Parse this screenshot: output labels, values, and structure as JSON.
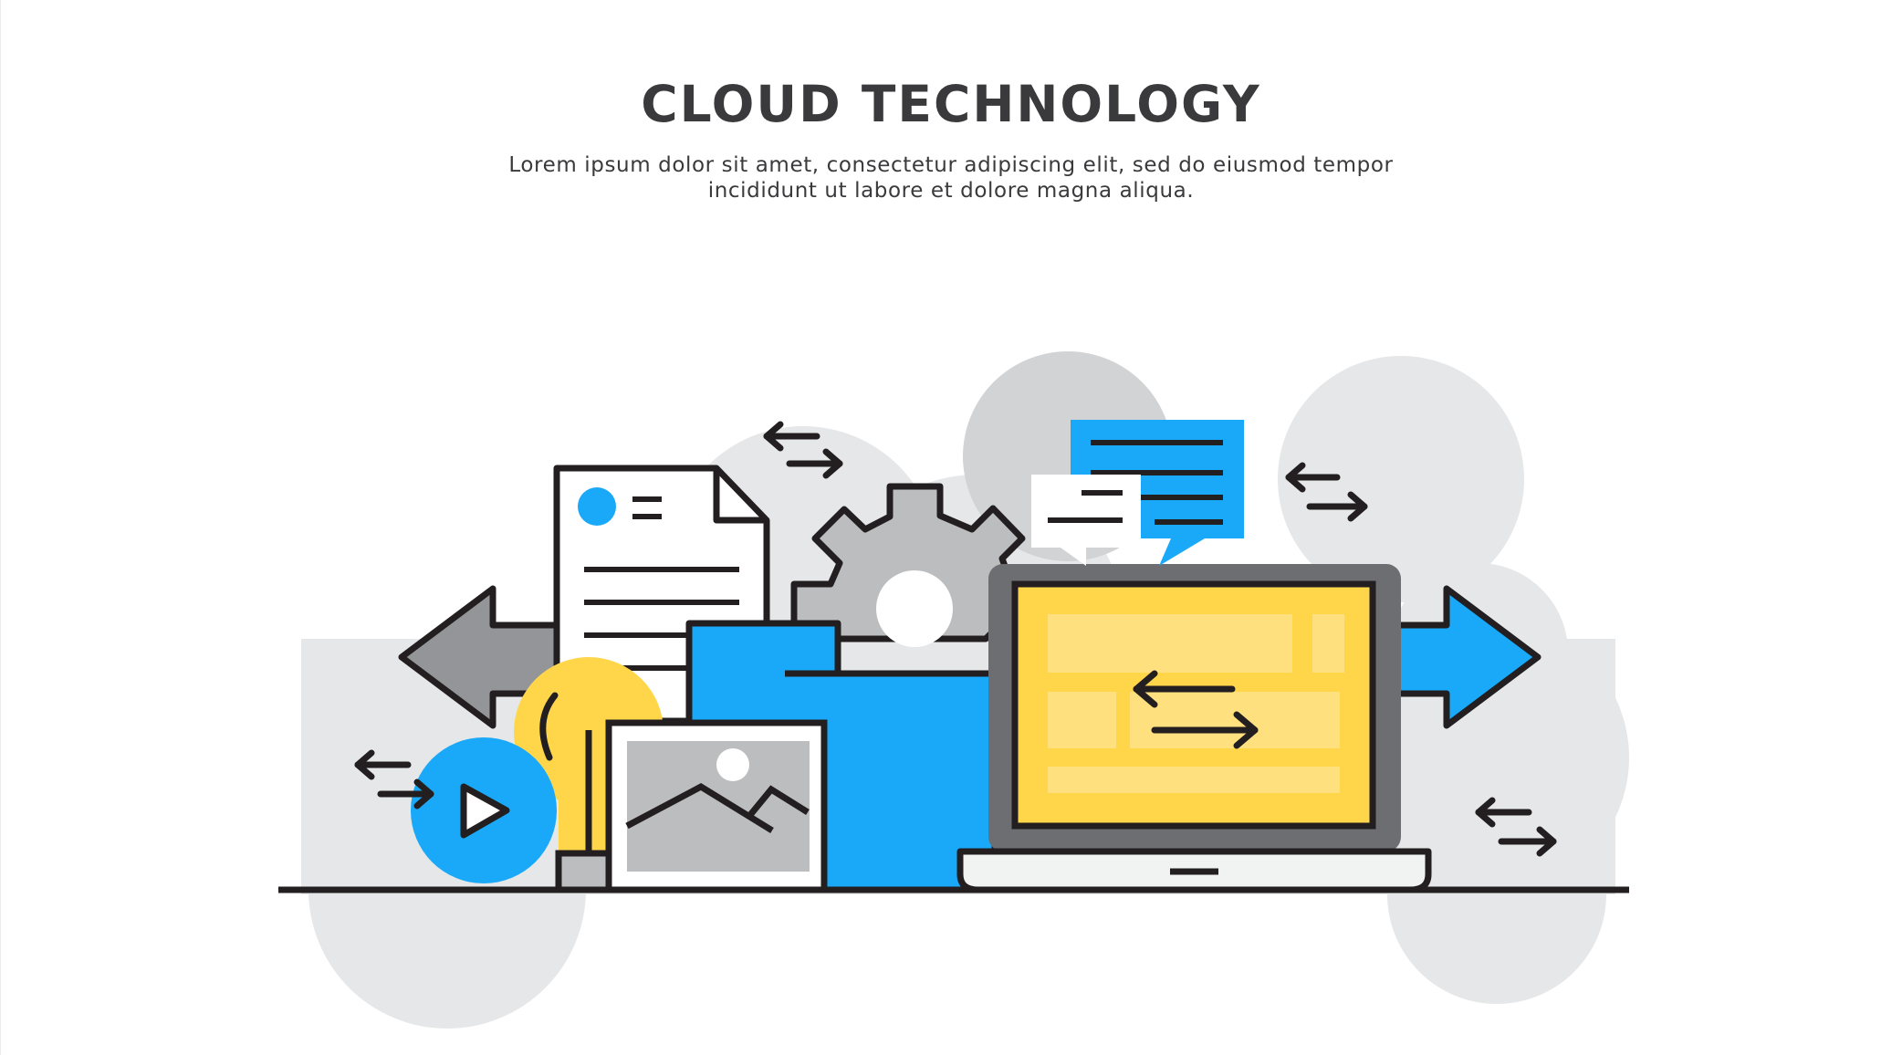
{
  "header": {
    "title": "CLOUD TECHNOLOGY",
    "subtitle_line_1": "Lorem ipsum dolor sit amet, consectetur adipiscing elit, sed do eiusmod tempor",
    "subtitle_line_2": "incididunt ut labore et dolore magna aliqua."
  },
  "colors": {
    "text": "#3a3a3c",
    "blue": "#1aa9f8",
    "yellow": "#ffd54a",
    "light_yellow": "#ffe07f",
    "gray": "#bcbdbf",
    "dark_gray": "#6d6e71",
    "cloud": "#e6e7e8",
    "stroke": "#231f20"
  },
  "icons": [
    "cloud-shape",
    "document-icon",
    "gear-icon",
    "folder-icon",
    "lightbulb-icon",
    "play-icon",
    "image-icon",
    "laptop-icon",
    "chat-bubble-icon",
    "transfer-arrows-icon",
    "left-arrow",
    "right-arrow"
  ]
}
